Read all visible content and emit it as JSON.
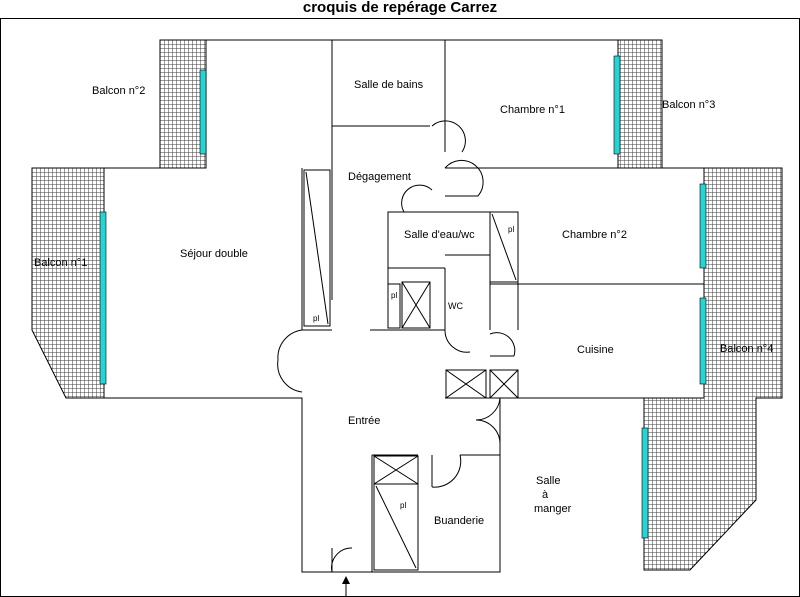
{
  "title": "croquis de repérage Carrez",
  "rooms": {
    "salle_de_bains": "Salle de bains",
    "chambre1": "Chambre n°1",
    "balcon3": "Balcon n°3",
    "balcon2": "Balcon n°2",
    "degagement": "Dégagement",
    "salle_eau_wc": "Salle d'eau/wc",
    "chambre2": "Chambre n°2",
    "sejour": "Séjour double",
    "balcon1": "Balcon n°1",
    "wc": "WC",
    "cuisine": "Cuisine",
    "balcon4": "Balcon n°4",
    "entree": "Entrée",
    "salle_line1": "Salle",
    "salle_line2": "à",
    "salle_line3": "manger",
    "buanderie": "Buanderie"
  },
  "closet_label": "pl",
  "colors": {
    "window": "#27d3d3",
    "balcony_grid": "#4a4a4a",
    "wall": "#000000"
  }
}
